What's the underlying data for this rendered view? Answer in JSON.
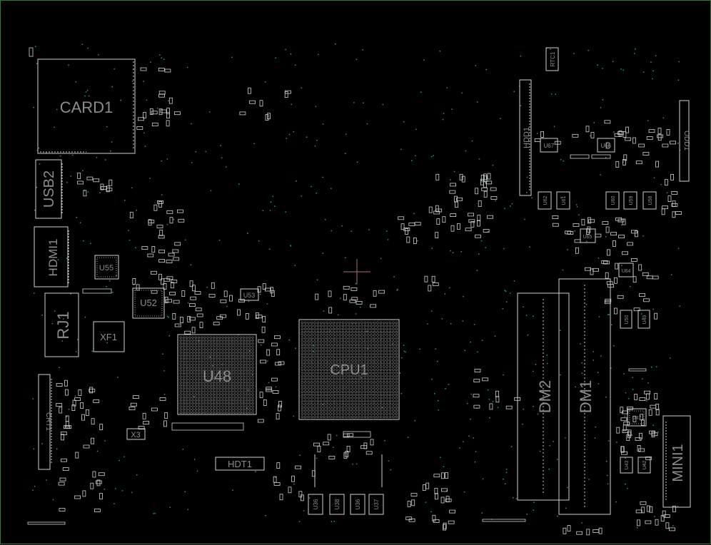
{
  "board": {
    "border_color": "#2f7a2f",
    "outline_color": "#cfcfcf",
    "label_color": "#8c8c8c",
    "via_color": "#1f8f86",
    "marker_color": "#b0707a"
  },
  "components": {
    "card1": "CARD1",
    "usb2": "USB2",
    "hdmi1": "HDMI1",
    "rj1": "RJ1",
    "xf1": "XF1",
    "u55": "U55",
    "u52": "U52",
    "u48": "U48",
    "u53": "U53",
    "cpu1": "CPU1",
    "x3": "X3",
    "hdt1": "HDT1",
    "crt1": "CRT1",
    "hdd1": "HDD1",
    "rtc1": "RTC1",
    "odd1": "ODD1",
    "u67": "U67",
    "u66": "U66",
    "u62": "U62",
    "u61": "U61",
    "u60": "U60",
    "u59": "U59",
    "u58": "U58",
    "u65": "U65",
    "u64": "U64",
    "u50": "U50",
    "u49": "U49",
    "dm2": "DM2",
    "dm1": "DM1",
    "u47": "U47",
    "u43": "U43",
    "u42": "U42",
    "mini1": "MINI1",
    "u36a": "U36",
    "u38": "U38",
    "u36b": "U36",
    "u37": "U37"
  }
}
